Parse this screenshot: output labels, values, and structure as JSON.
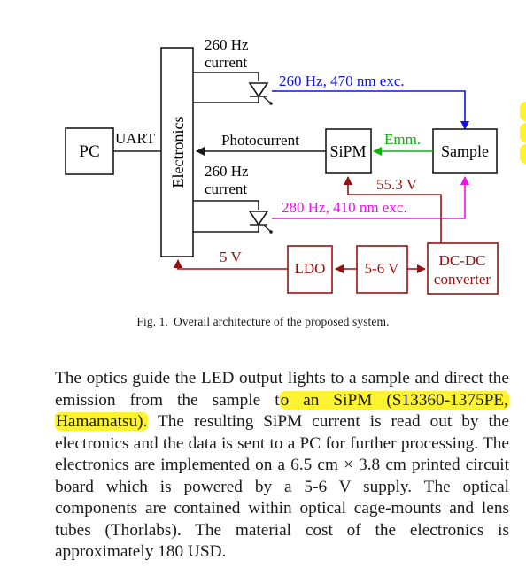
{
  "figure": {
    "blocks": {
      "pc": "PC",
      "electronics": "Electronics",
      "sipm": "SiPM",
      "sample": "Sample",
      "ldo": "LDO",
      "supply": "5-6 V",
      "dcdc_line1": "DC-DC",
      "dcdc_line2": "converter"
    },
    "labels": {
      "uart": "UART",
      "top_current_line1": "260 Hz",
      "top_current_line2": "current",
      "bottom_current_line1": "260 Hz",
      "bottom_current_line2": "current",
      "excitation_blue": "260 Hz, 470 nm exc.",
      "excitation_magenta": "280 Hz, 410 nm exc.",
      "photocurrent": "Photocurrent",
      "emission": "Emm.",
      "bias_voltage": "55.3 V",
      "electronics_supply": "5 V"
    },
    "colors": {
      "blue_path": "#1010ee",
      "magenta_path": "#ee10ee",
      "green_path": "#10b010",
      "power_path": "#9a1010",
      "highlight": "#fdf330"
    }
  },
  "caption": {
    "number": "Fig. 1.",
    "text": "Overall architecture of the proposed system."
  },
  "paragraph": {
    "part1": "The optics guide the LED output lights to a sample and direct the emission from the sample t",
    "highlight_a": "o an SiPM (S13360-1375PE,",
    "highlight_b": "Hamamatsu).",
    "part2": " The resulting SiPM current is read out by the electronics and the data is sent to a PC for further processing. The electronics are implemented on a 6.5 cm × 3.8 cm printed circuit board which is powered by a 5-6 V supply. The optical components are contained within optical cage-mounts and lens tubes (Thorlabs). The material cost of the electronics is approximately 180 USD."
  }
}
